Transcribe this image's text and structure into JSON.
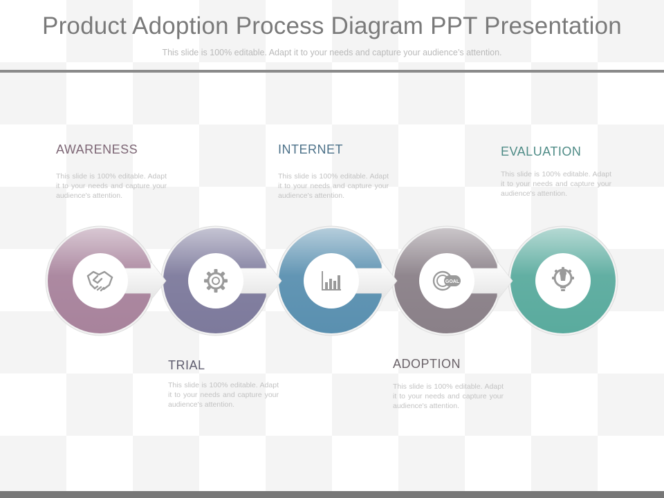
{
  "slide": {
    "title": "Product Adoption Process Diagram PPT Presentation",
    "subtitle": "This slide is 100% editable. Adapt it to your needs and capture your audience’s attention."
  },
  "steps": [
    {
      "label": "AWARENESS",
      "description": "This slide is 100% editable. Adapt it to your needs and capture your audience's attention.",
      "icon": "handshake-icon",
      "color": "#a8839c",
      "label_color": "#7d6675"
    },
    {
      "label": "TRIAL",
      "description": "This slide is 100% editable. Adapt it to your needs and capture your audience's attention.",
      "icon": "gear-icon",
      "color": "#7d7a9c",
      "label_color": "#5e5c6e"
    },
    {
      "label": "INTERNET",
      "description": "This slide is 100% editable. Adapt it to your needs and capture your audience's attention.",
      "icon": "bar-chart-icon",
      "color": "#5a90b0",
      "label_color": "#4b7088"
    },
    {
      "label": "ADOPTION",
      "description": "This slide is 100% editable. Adapt it to your needs and capture your audience's attention.",
      "icon": "goal-target-icon",
      "color": "#8a8088",
      "label_color": "#6a6268"
    },
    {
      "label": "EVALUATION",
      "description": "This slide is 100% editable. Adapt it to your needs and capture your audience's attention.",
      "icon": "lightbulb-gear-icon",
      "color": "#5aab9e",
      "label_color": "#4e8b86"
    }
  ],
  "icons": {
    "goal_text": "GOAL"
  }
}
